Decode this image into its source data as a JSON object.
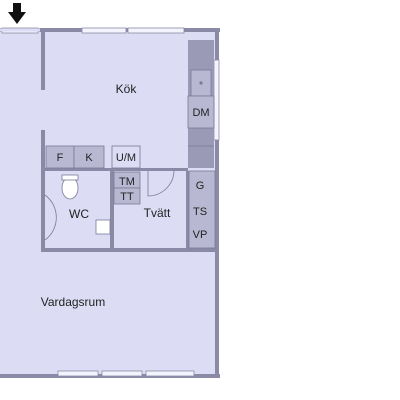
{
  "rooms": {
    "kitchen": "Kök",
    "wc": "WC",
    "laundry": "Tvätt",
    "living": "Vardagsrum"
  },
  "fixtures": {
    "dishwasher": "DM",
    "freezer": "F",
    "fridge": "K",
    "oven_microwave": "U/M",
    "washer": "TM",
    "dryer": "TT",
    "g": "G",
    "ts": "TS",
    "vp": "VP"
  },
  "icons": {
    "entrance": "entrance-arrow-icon"
  },
  "colors": {
    "floor": "#dcdcf4",
    "wall": "#8a8aa6",
    "fixture": "#b8b8d2",
    "cabinet": "#9a9ab6",
    "window": "#f4f4ff"
  }
}
